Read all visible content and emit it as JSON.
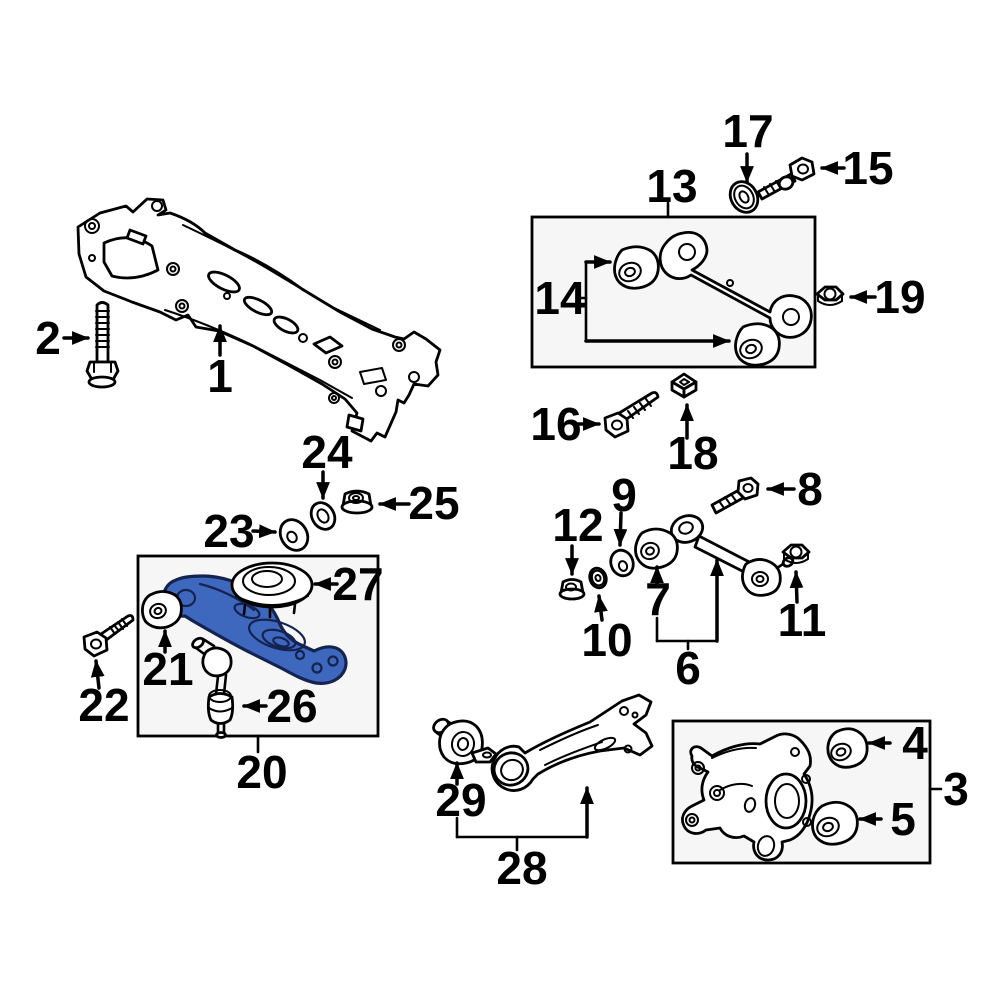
{
  "colors": {
    "background": "#ffffff",
    "line": "#000000",
    "label": "#000000",
    "box_fill": "#f6f6f6",
    "highlight_fill": "#3E68BD",
    "highlight_line": "#142350"
  },
  "callouts": {
    "n1": {
      "label": "1"
    },
    "n2": {
      "label": "2"
    },
    "n3": {
      "label": "3"
    },
    "n4": {
      "label": "4"
    },
    "n5": {
      "label": "5"
    },
    "n6": {
      "label": "6"
    },
    "n7": {
      "label": "7"
    },
    "n8": {
      "label": "8"
    },
    "n9": {
      "label": "9"
    },
    "n10": {
      "label": "10"
    },
    "n11": {
      "label": "11"
    },
    "n12": {
      "label": "12"
    },
    "n13": {
      "label": "13"
    },
    "n14": {
      "label": "14"
    },
    "n15": {
      "label": "15"
    },
    "n16": {
      "label": "16"
    },
    "n17": {
      "label": "17"
    },
    "n18": {
      "label": "18"
    },
    "n19": {
      "label": "19"
    },
    "n20": {
      "label": "20"
    },
    "n21": {
      "label": "21"
    },
    "n22": {
      "label": "22"
    },
    "n23": {
      "label": "23"
    },
    "n24": {
      "label": "24"
    },
    "n25": {
      "label": "25"
    },
    "n26": {
      "label": "26"
    },
    "n27": {
      "label": "27"
    },
    "n28": {
      "label": "28"
    },
    "n29": {
      "label": "29"
    }
  }
}
